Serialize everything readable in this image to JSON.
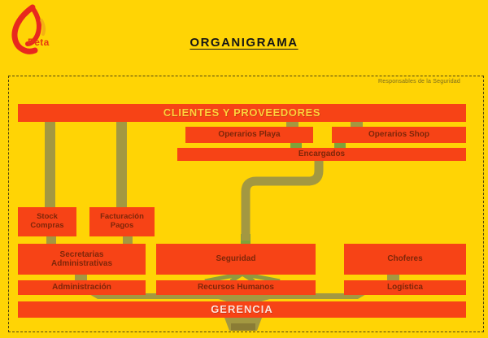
{
  "header": {
    "logo_text": "Peta",
    "title": "ORGANIGRAMA"
  },
  "panel": {
    "note": "Responsables de la Seguridad"
  },
  "org": {
    "clientes": "CLIENTES Y PROVEEDORES",
    "operarios_playa": "Operarios Playa",
    "operarios_shop": "Operarios Shop",
    "encargados": "Encargados",
    "stock_compras": "Stock\nCompras",
    "facturacion_pagos": "Facturación\nPagos",
    "secretarias_administrativas": "Secretarias\nAdministrativas",
    "seguridad": "Seguridad",
    "choferes": "Choferes",
    "administracion": "Administración",
    "recursos_humanos": "Recursos Humanos",
    "logistica": "Logística",
    "gerencia": "GERENCIA"
  },
  "colors": {
    "background_yellow": "#ffd405",
    "box_red": "#f74316",
    "connector_olive": "#a39841",
    "connector_green": "#7fa23a",
    "clientes_text": "#ffd23c",
    "gerencia_text": "#ffe3da",
    "box_label_text": "#7e2609",
    "logo_red": "#e8281e"
  }
}
